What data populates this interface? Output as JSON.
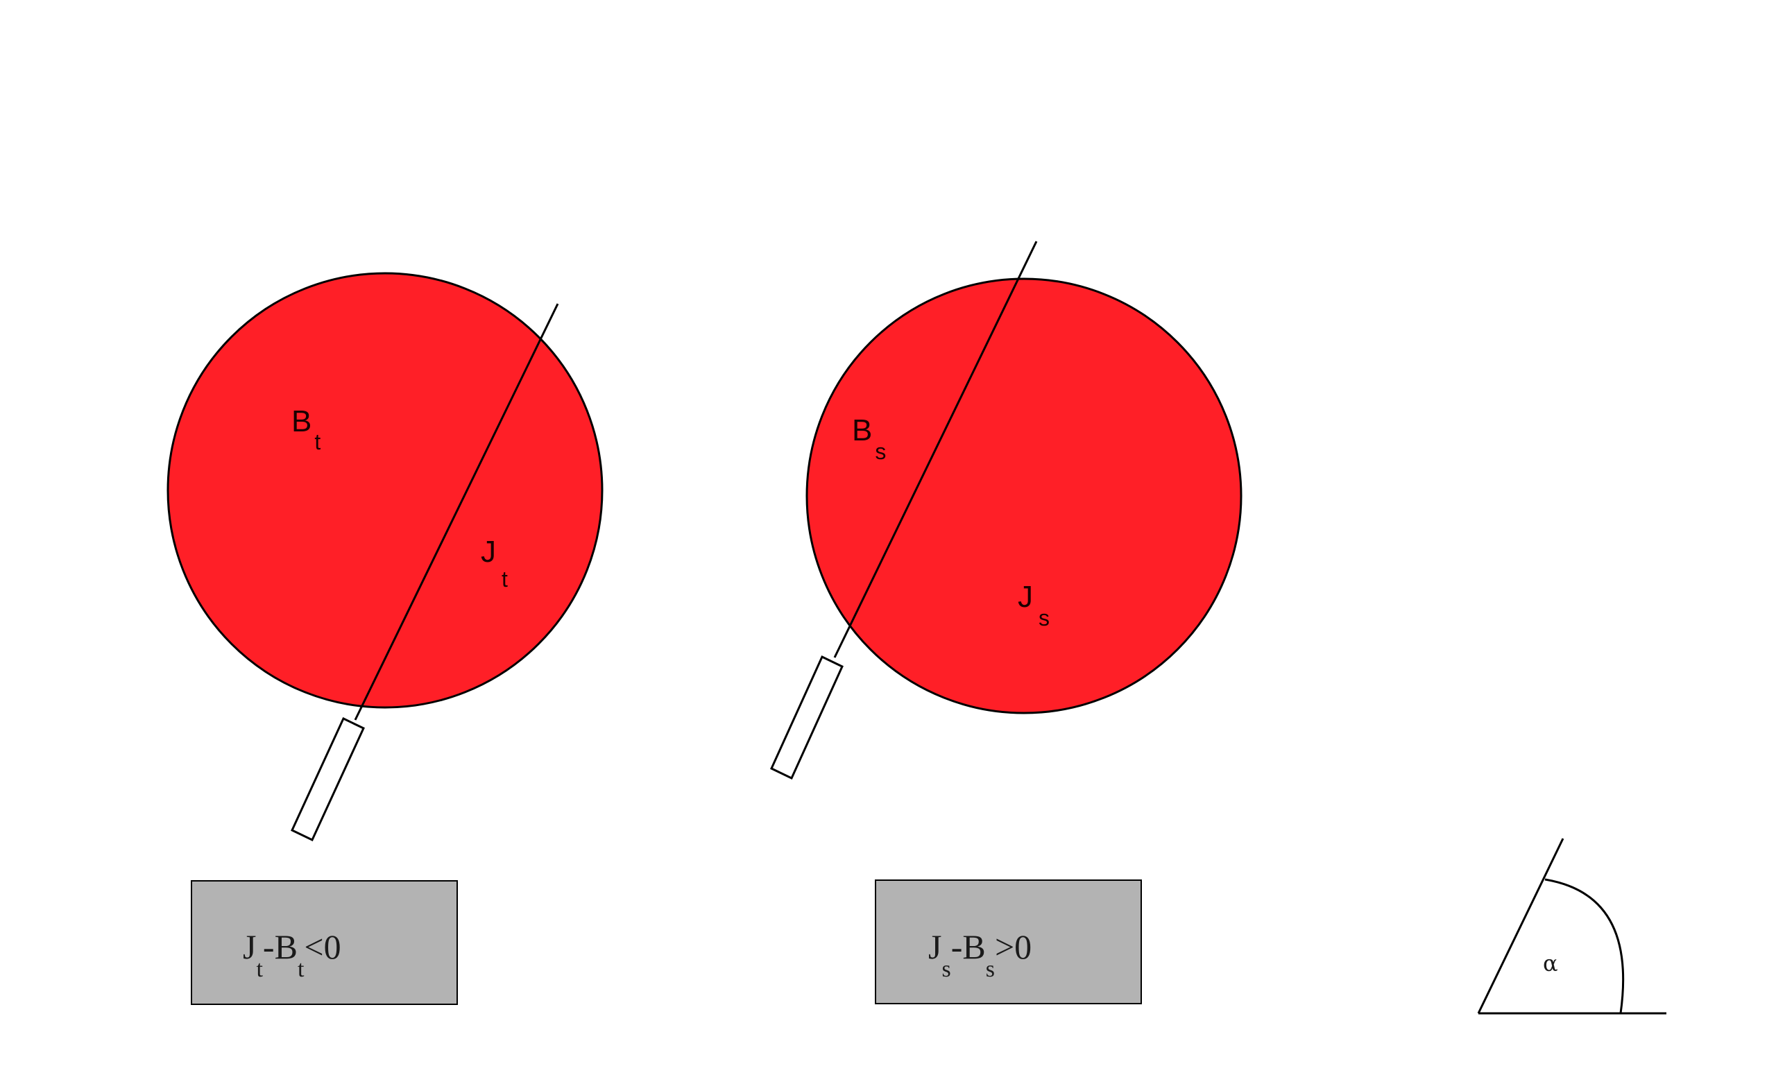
{
  "colors": {
    "disc_fill": "#ff1f27",
    "stroke": "#000000",
    "box_fill": "#b3b3b3",
    "background": "#ffffff"
  },
  "panel_left": {
    "b_label": {
      "main": "B",
      "sub": "t"
    },
    "j_label": {
      "main": "J",
      "sub": "t"
    },
    "equation": {
      "j": "J",
      "j_sub": "t",
      "dash": "-",
      "b": "B",
      "b_sub": "t",
      "rel": "<0"
    }
  },
  "panel_right": {
    "b_label": {
      "main": "B",
      "sub": "s"
    },
    "j_label": {
      "main": "J",
      "sub": "s"
    },
    "equation": {
      "j": "J",
      "j_sub": "s",
      "dash": "-",
      "b": "B",
      "b_sub": "s",
      "rel": ">0"
    }
  },
  "angle_legend": {
    "symbol": "α"
  }
}
